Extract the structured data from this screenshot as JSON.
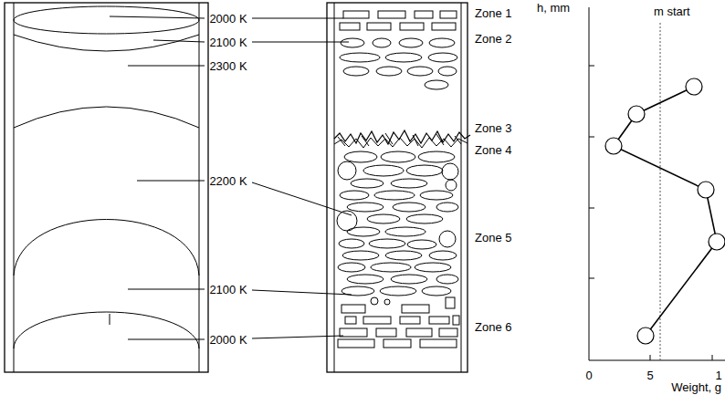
{
  "diagram": {
    "labels": [
      "2000 K",
      "2100 K",
      "2300 K",
      "2200 K",
      "2100 K",
      "2000 K",
      "Zone 1",
      "Zone 2",
      "Zone 3",
      "Zone 4",
      "Zone 5",
      "Zone 6",
      "h, mm",
      "m start",
      "0",
      "5",
      "1",
      "Weight, g"
    ]
  }
}
